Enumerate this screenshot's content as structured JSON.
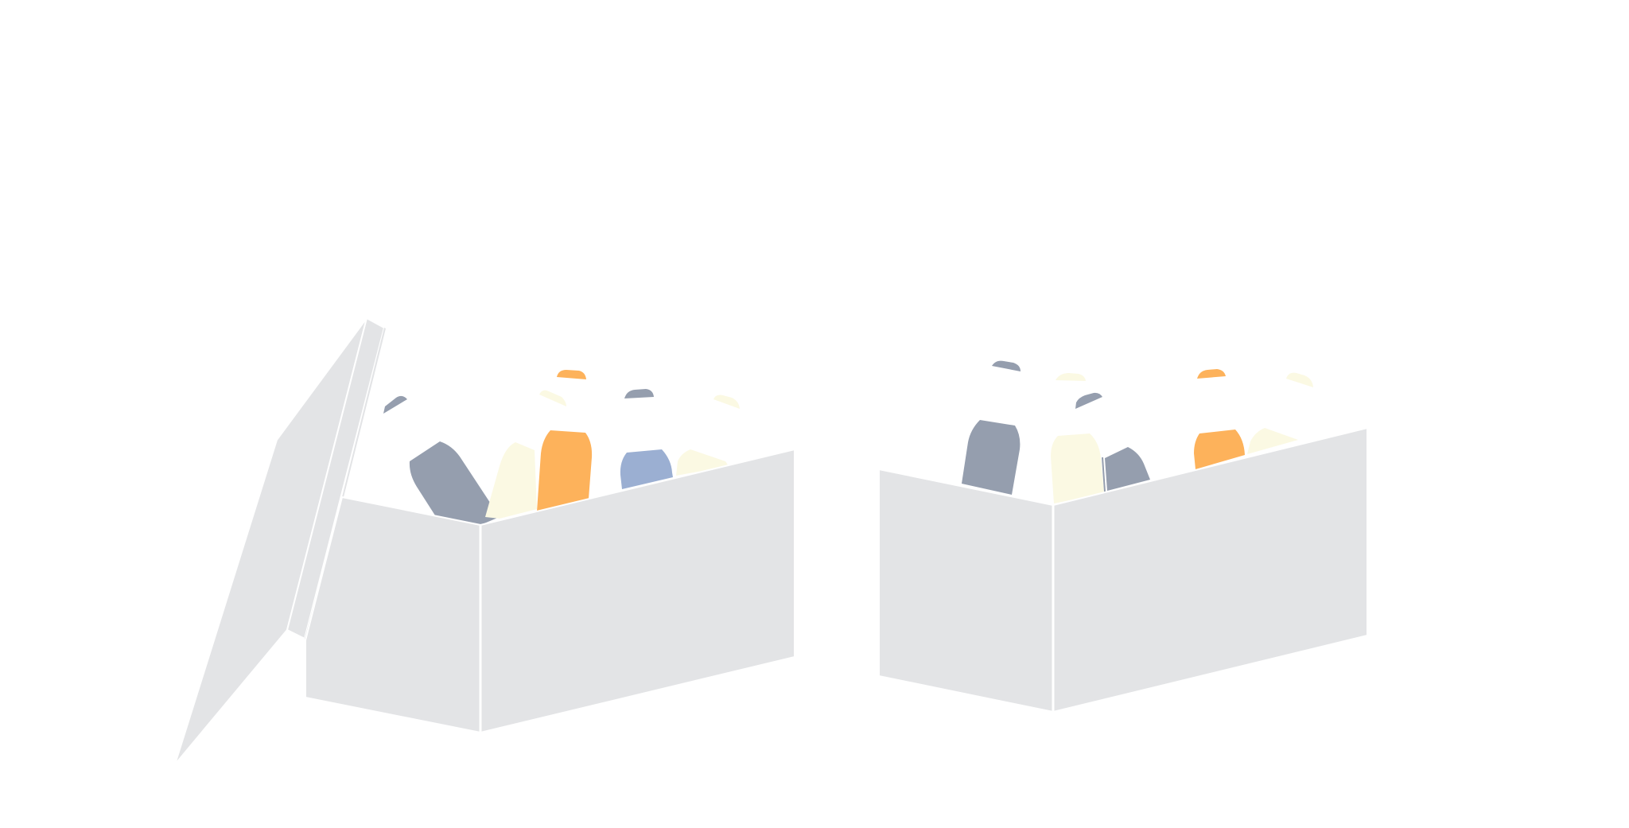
{
  "colors": {
    "background": "#ffffff",
    "box_face": "#e3e4e6",
    "box_edge": "#ffffff",
    "bottle_gray": "#959eae",
    "bottle_orange": "#fdb25b",
    "bottle_blue": "#9bafd2",
    "bottle_cream": "#fbf9e3"
  },
  "scene": {
    "left_box": {
      "state": "open",
      "lid": "open",
      "bottle_colors": [
        "gray",
        "cream",
        "orange",
        "blue",
        "cream",
        "gray",
        "orange",
        "cream",
        "gray",
        "blue",
        "cream"
      ]
    },
    "right_box": {
      "state": "open",
      "lid": "none",
      "bottle_colors": [
        "gray",
        "cream",
        "gray",
        "orange",
        "cream",
        "gray",
        "cream",
        "orange",
        "cream"
      ]
    }
  }
}
